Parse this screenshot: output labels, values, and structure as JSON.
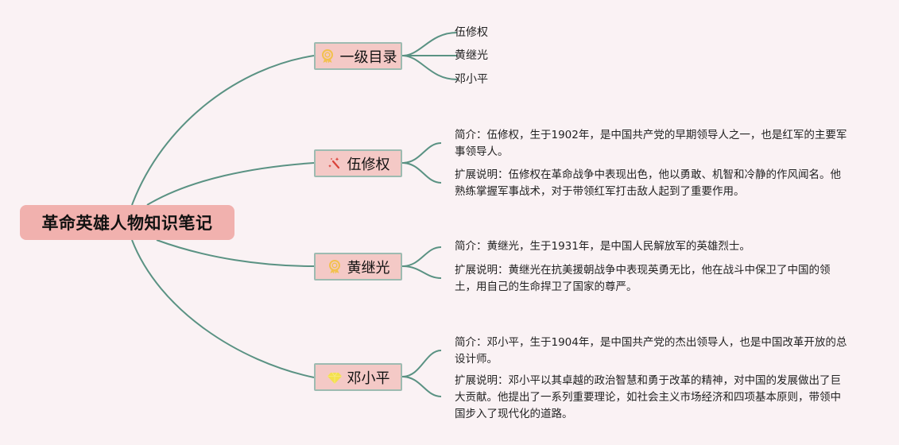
{
  "mindmap": {
    "root": {
      "label": "革命英雄人物知识笔记"
    },
    "branches": [
      {
        "label": "一级目录",
        "icon": "award-medal-icon",
        "children": [
          "伍修权",
          "黄继光",
          "邓小平"
        ]
      },
      {
        "label": "伍修权",
        "icon": "magic-wand-icon",
        "children": [
          "简介：伍修权，生于1902年，是中国共产党的早期领导人之一，也是红军的主要军事领导人。",
          "扩展说明：伍修权在革命战争中表现出色，他以勇敢、机智和冷静的作风闻名。他熟练掌握军事战术，对于带领红军打击敌人起到了重要作用。"
        ]
      },
      {
        "label": "黄继光",
        "icon": "award-medal-icon",
        "children": [
          "简介：黄继光，生于1931年，是中国人民解放军的英雄烈士。",
          "扩展说明：黄继光在抗美援朝战争中表现英勇无比，他在战斗中保卫了中国的领土，用自己的生命捍卫了国家的尊严。"
        ]
      },
      {
        "label": "邓小平",
        "icon": "diamond-icon",
        "children": [
          "简介：邓小平，生于1904年，是中国共产党的杰出领导人，也是中国改革开放的总设计师。",
          "扩展说明：邓小平以其卓越的政治智慧和勇于改革的精神，对中国的发展做出了巨大贡献。他提出了一系列重要理论，如社会主义市场经济和四项基本原则，带领中国步入了现代化的道路。"
        ]
      }
    ]
  },
  "colors": {
    "background": "#faf2f4",
    "root_fill": "#f1b1ae",
    "branch_fill": "#f4c9c6",
    "branch_border": "#9dbbb1",
    "connector": "#5a9283",
    "medal": "#f2c14e",
    "wand": "#d9423a",
    "diamond": "#f4e04d"
  }
}
